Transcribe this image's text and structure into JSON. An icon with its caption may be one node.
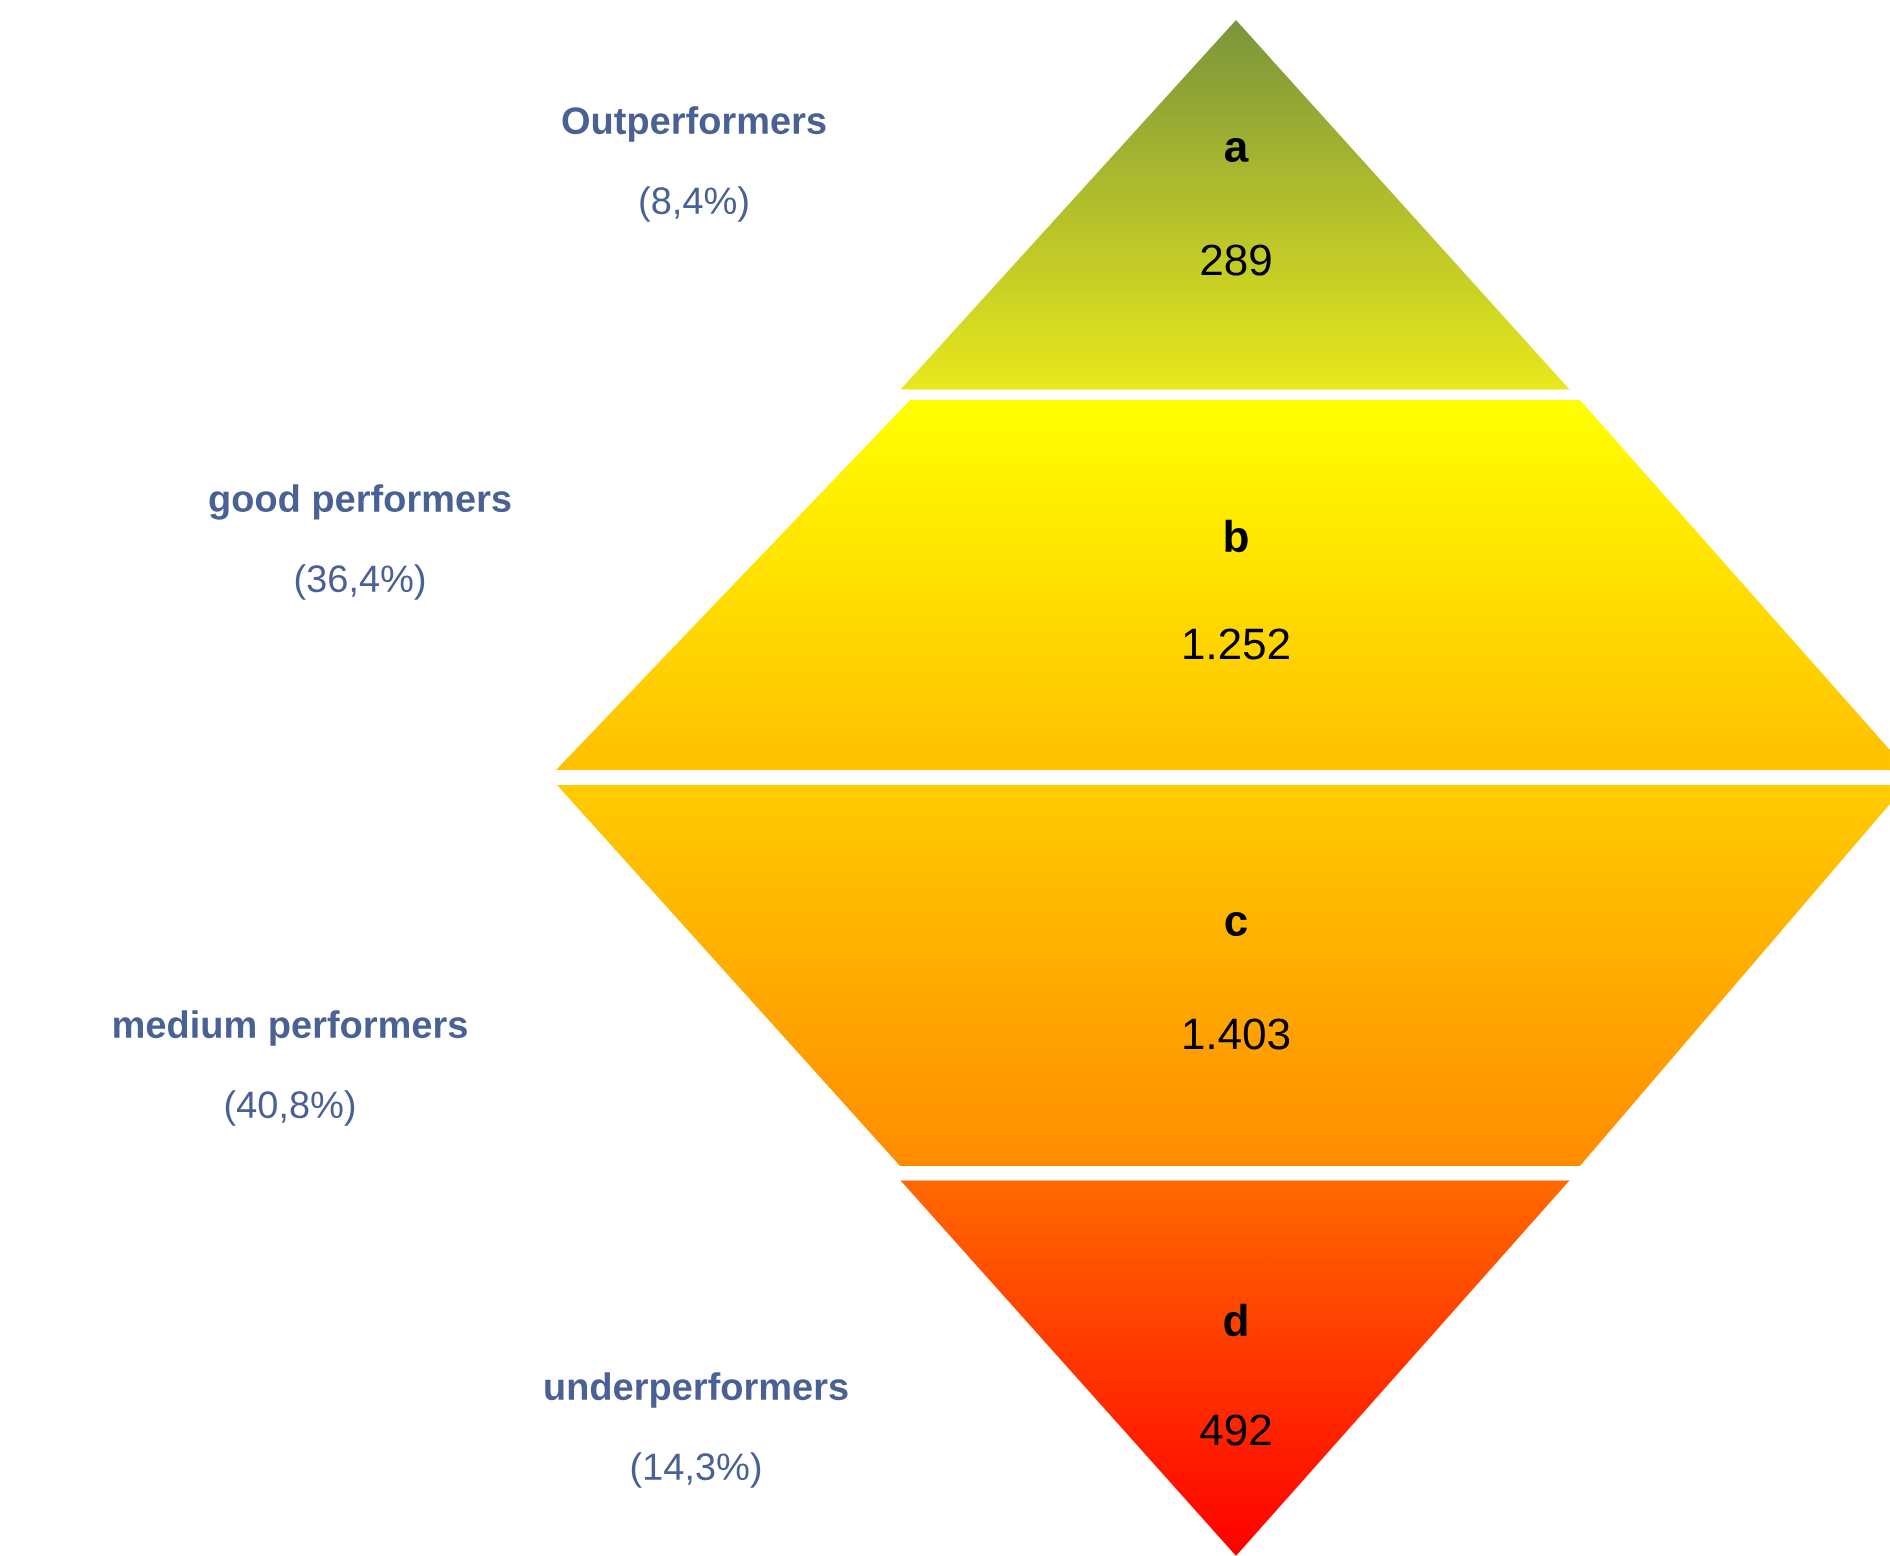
{
  "diagram": {
    "nodes": [
      {
        "text": [
          "a",
          "289"
        ],
        "beside": [
          "Outperformers",
          "(8,4%)"
        ]
      },
      {
        "text": [
          "b",
          "1.252"
        ],
        "beside": [
          "good performers",
          "(36,4%)"
        ]
      },
      {
        "text": [
          "c",
          "1.403"
        ],
        "beside": [
          "medium performers",
          "(40,8%)"
        ]
      },
      {
        "text": [
          "d",
          "492"
        ],
        "beside": [
          "underperformers",
          "(14,3%)"
        ]
      }
    ]
  }
}
